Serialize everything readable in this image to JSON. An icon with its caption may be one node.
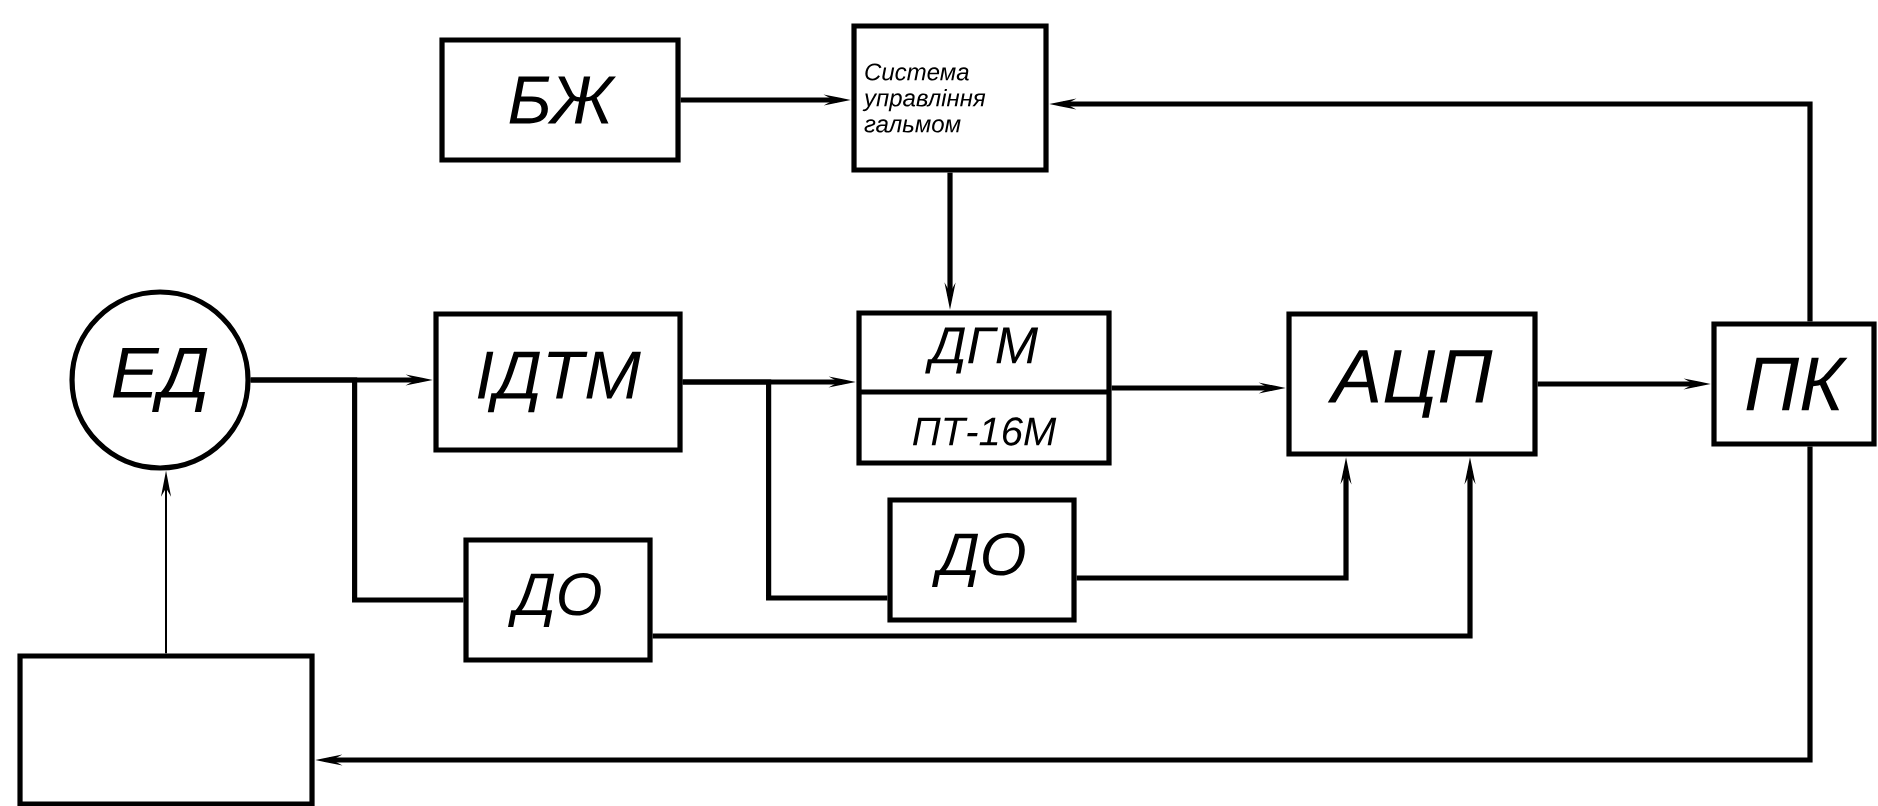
{
  "diagram": {
    "nodes": [
      {
        "text": [
          "БЖ"
        ]
      },
      {
        "text": [
          "Система управління гальмом"
        ]
      },
      {
        "text": [
          "ЕД"
        ]
      },
      {
        "text": [
          "ІДТМ"
        ]
      },
      {
        "text": [
          "ДГМ",
          "ПТ-16М"
        ]
      },
      {
        "text": [
          "АЦП"
        ]
      },
      {
        "text": [
          "ПК"
        ]
      },
      {
        "text": [
          "ДО"
        ]
      },
      {
        "text": [
          "ДО"
        ]
      },
      {
        "text": [],
        "shape": "box"
      }
    ],
    "edges": [
      {
        "from": 2,
        "to": 3,
        "arrow": "to"
      },
      {
        "from": 2,
        "to": 7,
        "arrow": "none"
      },
      {
        "from": 3,
        "to": 4,
        "arrow": "to"
      },
      {
        "from": 3,
        "to": 8,
        "arrow": "none"
      },
      {
        "from": 0,
        "to": 1,
        "arrow": "to"
      },
      {
        "from": 1,
        "to": 4,
        "arrow": "to"
      },
      {
        "from": 4,
        "to": 5,
        "arrow": "to"
      },
      {
        "from": 8,
        "to": 5,
        "arrow": "to"
      },
      {
        "from": 7,
        "to": 5,
        "arrow": "to"
      },
      {
        "from": 5,
        "to": 6,
        "arrow": "to"
      },
      {
        "from": 6,
        "to": 1,
        "arrow": "to"
      },
      {
        "from": 6,
        "to": 9,
        "arrow": "to"
      },
      {
        "from": 9,
        "to": 2,
        "arrow": "to"
      }
    ]
  }
}
